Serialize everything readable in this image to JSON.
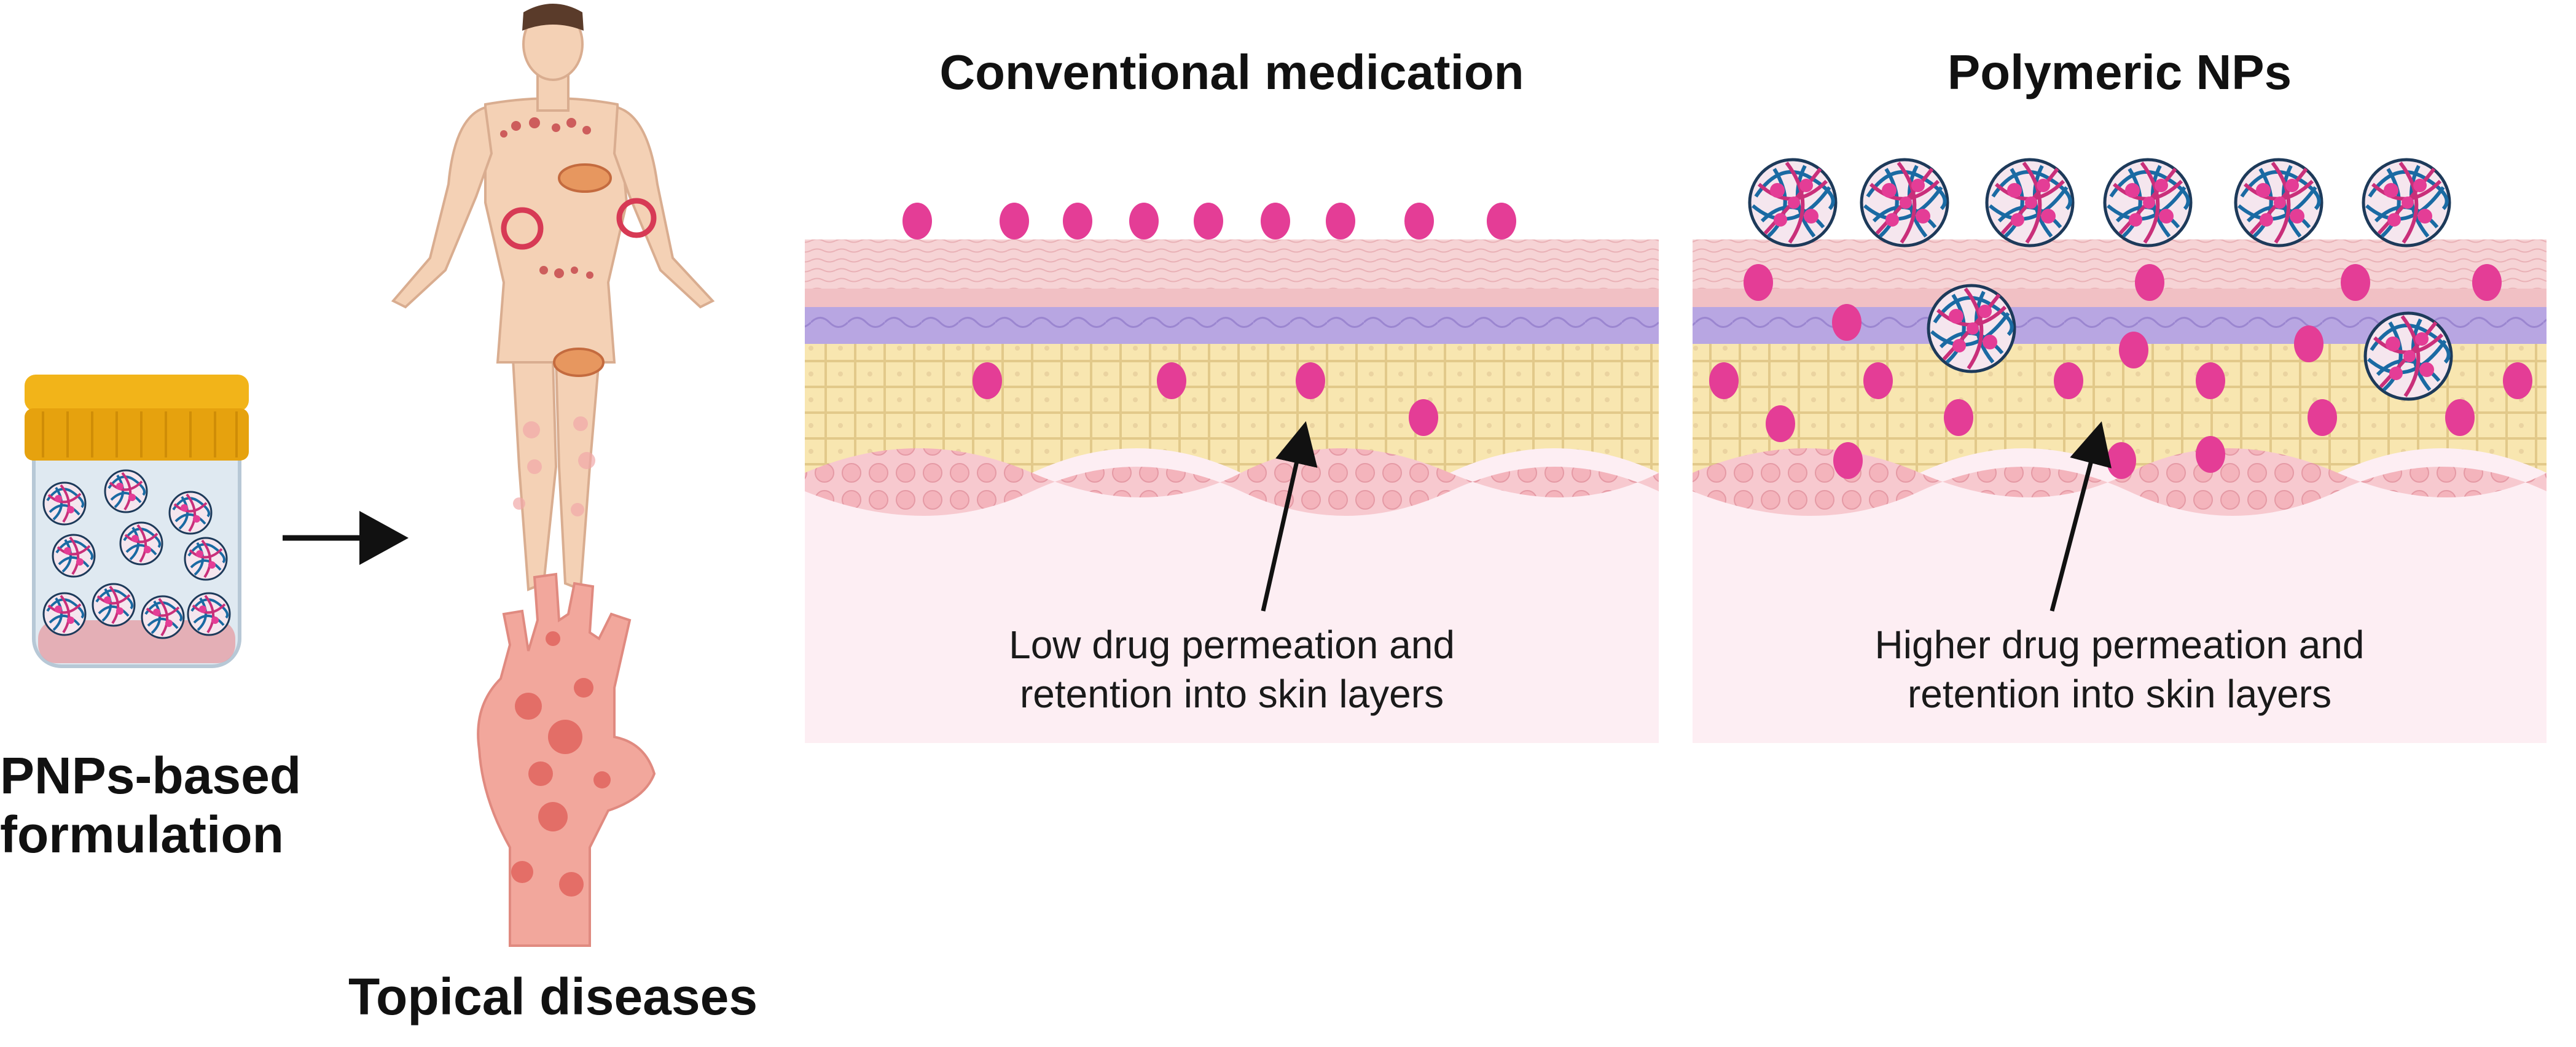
{
  "labels": {
    "formulation_line1": "PNPs-based",
    "formulation_line2": "formulation",
    "diseases": "Topical diseases",
    "conventional_title": "Conventional medication",
    "polymeric_title": "Polymeric NPs"
  },
  "captions": {
    "conventional_line1": "Low drug permeation and",
    "conventional_line2": "retention into skin layers",
    "polymeric_line1": "Higher drug permeation and",
    "polymeric_line2": "retention into skin layers"
  },
  "icons": {
    "jar": "formulation-jar-icon",
    "arrow": "right-arrow-icon",
    "body": "human-body-icon",
    "hand": "inflamed-hand-icon"
  },
  "colors": {
    "drug": "#e43d96",
    "jar_lid": "#f2b419",
    "skin_top": "#f6c8cc",
    "skin_purple": "#b8a6e2",
    "skin_epidermis": "#f8e6b0",
    "skin_dermis": "#fdeef3"
  }
}
